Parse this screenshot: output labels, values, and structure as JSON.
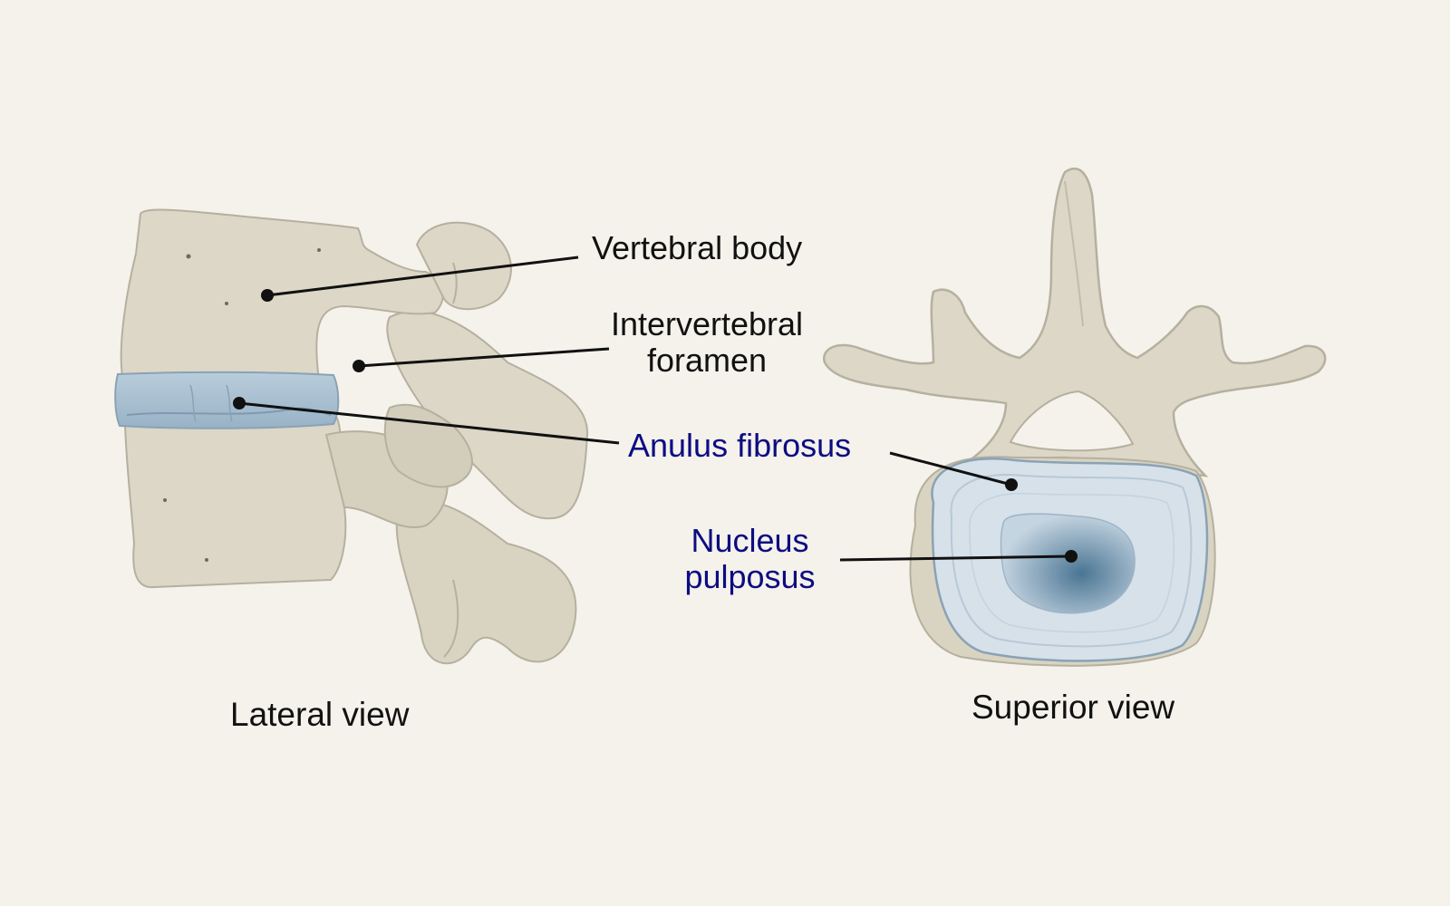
{
  "labels": {
    "vertebral_body": "Vertebral body",
    "intervertebral_foramen_line1": "Intervertebral",
    "intervertebral_foramen_line2": "foramen",
    "anulus_fibrosus": "Anulus fibrosus",
    "nucleus_pulposus_line1": "Nucleus",
    "nucleus_pulposus_line2": "pulposus"
  },
  "captions": {
    "lateral": "Lateral view",
    "superior": "Superior view"
  },
  "colors": {
    "background": "#f4f2ea",
    "bone": "#dcd7c6",
    "bone_outline": "#b9b4a3",
    "disc": "#a9bfcf",
    "disc_light": "#d6e1ea",
    "nucleus": "#5f87a3",
    "label_black": "#111111",
    "label_blue": "#0d0c82"
  }
}
